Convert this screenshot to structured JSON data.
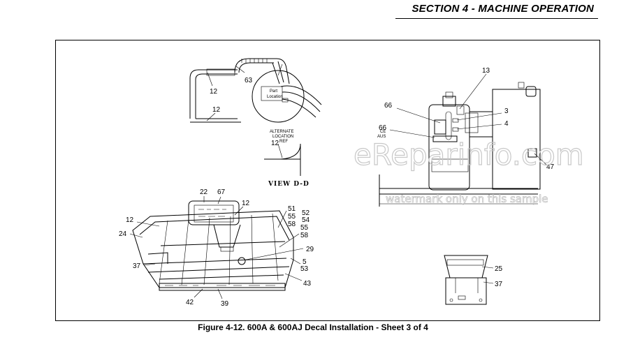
{
  "header": {
    "section_title": "SECTION 4 - MACHINE OPERATION"
  },
  "figure": {
    "caption": "Figure 4-12. 600A & 600AJ Decal Installation - Sheet 3 of 4",
    "view_label": "VIEW D-D",
    "alternate_location_note": [
      "ALTERNATE",
      "LOCATION",
      "REF"
    ],
    "ce_note": [
      "CE",
      "AUS"
    ],
    "callouts": {
      "c63": "63",
      "c12_top": "12",
      "c12_mid": "12",
      "c12_view": "12",
      "c13": "13",
      "c66a": "66",
      "c66b": "66",
      "c3": "3",
      "c4": "4",
      "c47": "47",
      "c22": "22",
      "c67": "67",
      "c12_basket_right": "12",
      "c12_basket_left": "12",
      "c24": "24",
      "c51": "51",
      "c55a": "55",
      "c52": "52",
      "c58a": "58",
      "c54": "54",
      "c55b": "55",
      "c58b": "58",
      "c29": "29",
      "c5": "5",
      "c53": "53",
      "c43": "43",
      "c37": "37",
      "c42": "42",
      "c39": "39",
      "c25": "25",
      "c37b": "37"
    }
  },
  "watermark": {
    "brand": "eReparinfo.com",
    "note": "watermark only on this sample"
  }
}
